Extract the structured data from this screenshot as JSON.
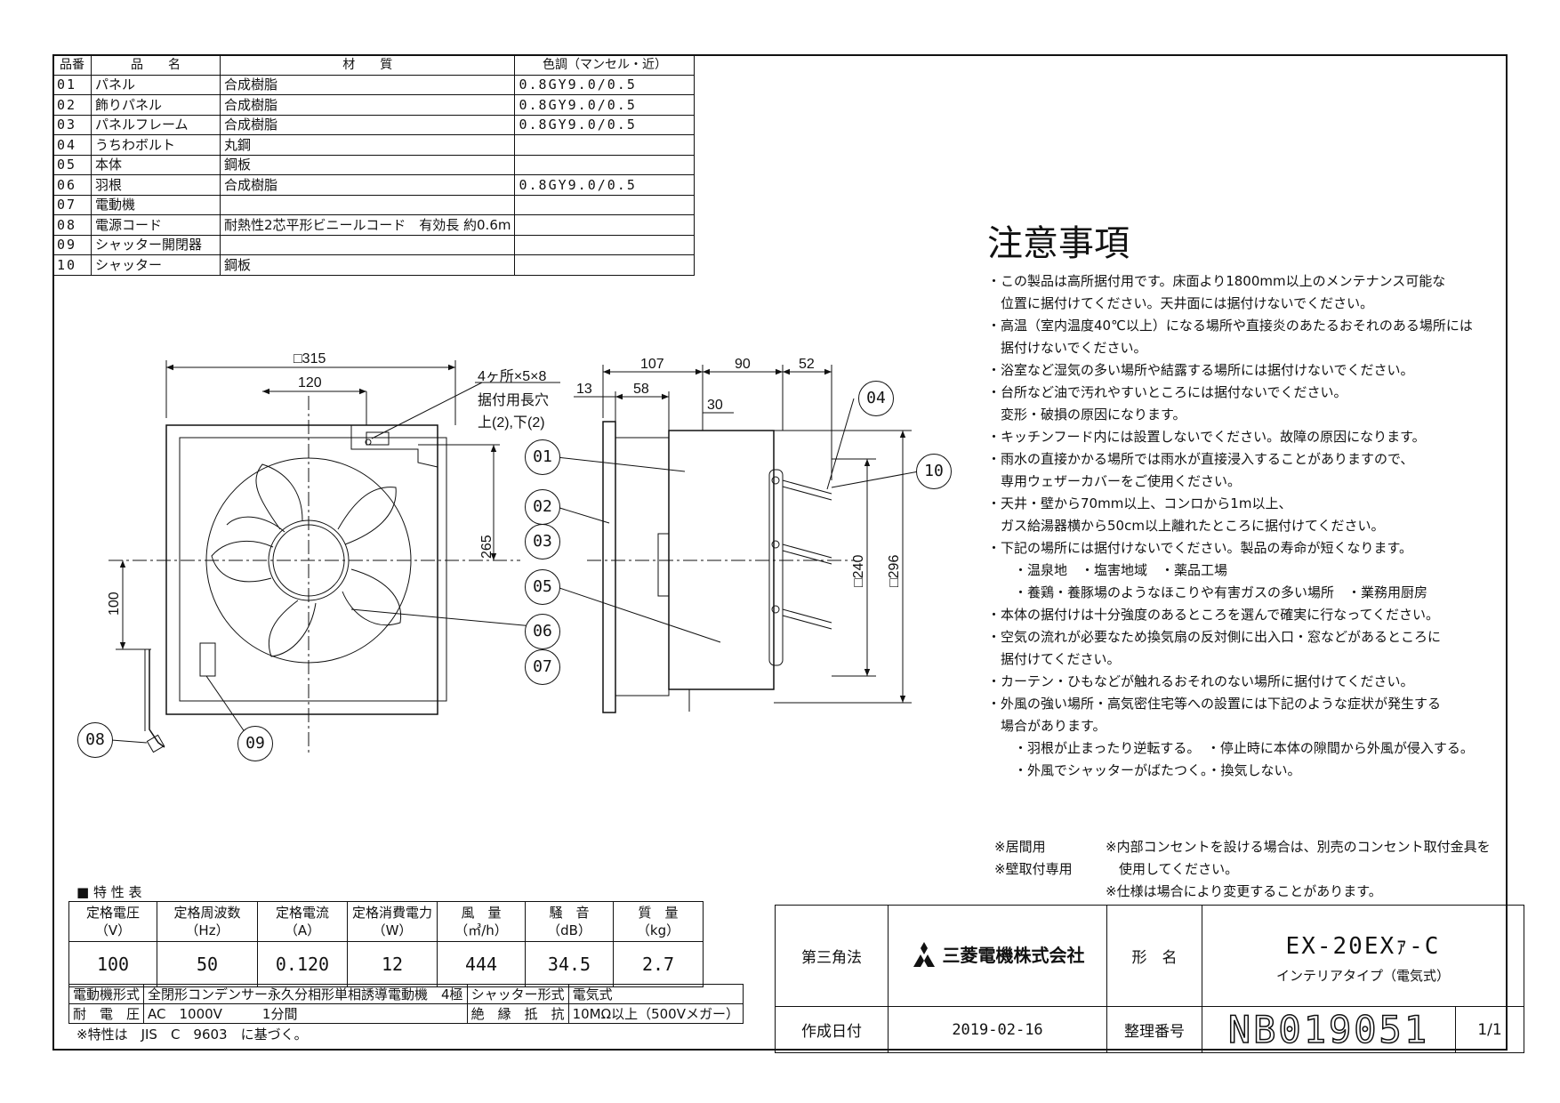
{
  "parts_table": {
    "headers": [
      "品番",
      "品　　名",
      "材　　質",
      "色調（マンセル・近）"
    ],
    "rows": [
      {
        "no": "01",
        "name": "パネル",
        "material": "合成樹脂",
        "color": "0.8GY9.0/0.5"
      },
      {
        "no": "02",
        "name": "飾りパネル",
        "material": "合成樹脂",
        "color": "0.8GY9.0/0.5"
      },
      {
        "no": "03",
        "name": "パネルフレーム",
        "material": "合成樹脂",
        "color": "0.8GY9.0/0.5"
      },
      {
        "no": "04",
        "name": "うちわボルト",
        "material": "丸鋼",
        "color": ""
      },
      {
        "no": "05",
        "name": "本体",
        "material": "鋼板",
        "color": ""
      },
      {
        "no": "06",
        "name": "羽根",
        "material": "合成樹脂",
        "color": "0.8GY9.0/0.5"
      },
      {
        "no": "07",
        "name": "電動機",
        "material": "",
        "color": ""
      },
      {
        "no": "08",
        "name": "電源コード",
        "material": "耐熱性2芯平形ビニールコード　有効長 約0.6m",
        "color": ""
      },
      {
        "no": "09",
        "name": "シャッター開閉器",
        "material": "",
        "color": ""
      },
      {
        "no": "10",
        "name": "シャッター",
        "material": "鋼板",
        "color": ""
      }
    ]
  },
  "drawing": {
    "front": {
      "dim_overall": "□315",
      "dim_120": "120",
      "dim_265": "265",
      "dim_100": "100",
      "hole_note": [
        "4ヶ所×5×8",
        "据付用長穴",
        "上(2),下(2)"
      ]
    },
    "side": {
      "dim_107": "107",
      "dim_90": "90",
      "dim_52": "52",
      "dim_13": "13",
      "dim_58": "58",
      "dim_30": "30",
      "dim_240": "□240",
      "dim_296": "□296"
    },
    "callouts": [
      "01",
      "02",
      "03",
      "04",
      "05",
      "06",
      "07",
      "08",
      "09",
      "10"
    ]
  },
  "notes": {
    "title": "注意事項",
    "lines": [
      "・この製品は高所据付用です。床面より1800mm以上のメンテナンス可能な",
      "　位置に据付けてください。天井面には据付けないでください。",
      "・高温（室内温度40℃以上）になる場所や直接炎のあたるおそれのある場所には",
      "　据付けないでください。",
      "・浴室など湿気の多い場所や結露する場所には据付けないでください。",
      "・台所など油で汚れやすいところには据付ないでください。",
      "　変形・破損の原因になります。",
      "・キッチンフード内には設置しないでください。故障の原因になります。",
      "・雨水の直接かかる場所では雨水が直接浸入することがありますので、",
      "　専用ウェザーカバーをご使用ください。",
      "・天井・壁から70mm以上、コンロから1m以上、",
      "　ガス給湯器横から50cm以上離れたところに据付けてください。",
      "・下記の場所には据付けないでください。製品の寿命が短くなります。",
      "　　・温泉地　・塩害地域　・薬品工場",
      "　　・養鶏・養豚場のようなほこりや有害ガスの多い場所　・業務用厨房",
      "・本体の据付けは十分強度のあるところを選んで確実に行なってください。",
      "・空気の流れが必要なため換気扇の反対側に出入口・窓などがあるところに",
      "　据付けてください。",
      "・カーテン・ひもなどが触れるおそれのない場所に据付けてください。",
      "・外風の強い場所・高気密住宅等への設置には下記のような症状が発生する",
      "　場合があります。",
      "　　・羽根が止まったり逆転する。　・停止時に本体の隙間から外風が侵入する。",
      "　　・外風でシャッターがばたつく。・換気しない。"
    ]
  },
  "footer_notes": {
    "left": [
      "※居間用",
      "※壁取付専用"
    ],
    "right": [
      "※内部コンセントを設ける場合は、別売のコンセント取付金具を",
      "　使用してください。",
      "※仕様は場合により変更することがあります。"
    ]
  },
  "spec_table": {
    "title": "■ 特 性 表",
    "headers": [
      {
        "top": "定格電圧",
        "unit": "（V）"
      },
      {
        "top": "定格周波数",
        "unit": "（Hz）"
      },
      {
        "top": "定格電流",
        "unit": "（A）"
      },
      {
        "top": "定格消費電力",
        "unit": "（W）"
      },
      {
        "top": "風　量",
        "unit": "（㎥/h）"
      },
      {
        "top": "騒　音",
        "unit": "（dB）"
      },
      {
        "top": "質　量",
        "unit": "（kg）"
      }
    ],
    "values": [
      "100",
      "50",
      "0.120",
      "12",
      "444",
      "34.5",
      "2.7"
    ],
    "motor_label": "電動機形式",
    "motor_value": "全閉形コンデンサー永久分相形単相誘導電動機　4極",
    "shutter_label": "シャッター形式",
    "shutter_value": "電気式",
    "voltage_label": "耐　電　圧",
    "voltage_value": "AC　1000V　　　1分間",
    "insulation_label": "絶　縁　抵　抗",
    "insulation_value": "10MΩ以上（500Vメガー）",
    "note": "※特性は　JIS　C　9603　に基づく。"
  },
  "title_block": {
    "projection": "第三角法",
    "company": "三菱電機株式会社",
    "model_label": "形　名",
    "model": "EX-20EXｧ-C",
    "model_sub": "インテリアタイプ（電気式）",
    "date_label": "作成日付",
    "date": "2019-02-16",
    "number_label": "整理番号",
    "number": "NB019051",
    "sheet": "1/1"
  }
}
